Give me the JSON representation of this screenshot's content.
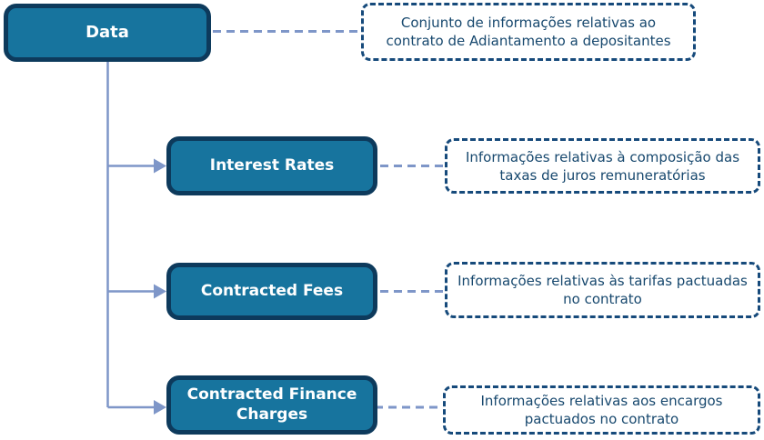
{
  "diagram": {
    "root": {
      "label": "Data",
      "note": "Conjunto de informações relativas ao contrato de Adiantamento a depositantes"
    },
    "children": [
      {
        "label": "Interest Rates",
        "note": "Informações relativas à composição das taxas de juros remuneratórias"
      },
      {
        "label": "Contracted Fees",
        "note": "Informações relativas às tarifas pactuadas no contrato"
      },
      {
        "label": "Contracted Finance Charges",
        "note": "Informações relativas aos encargos pactuados no contrato"
      }
    ],
    "colors": {
      "node_fill": "#17749E",
      "node_border": "#0D3A5C",
      "node_text": "#FFFFFF",
      "note_border": "#164A7B",
      "note_text": "#17486E",
      "connector": "#7E96C8"
    }
  }
}
